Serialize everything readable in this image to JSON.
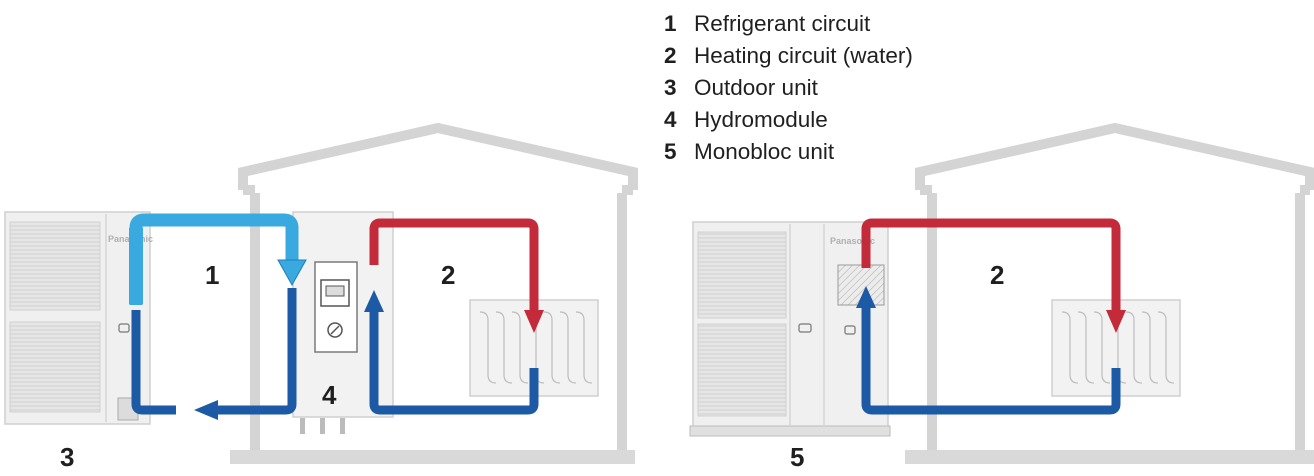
{
  "legend": {
    "items": [
      {
        "number": "1",
        "label": "Refrigerant circuit"
      },
      {
        "number": "2",
        "label": "Heating circuit (water)"
      },
      {
        "number": "3",
        "label": "Outdoor unit"
      },
      {
        "number": "4",
        "label": "Hydromodule"
      },
      {
        "number": "5",
        "label": "Monobloc unit"
      }
    ]
  },
  "callouts": {
    "refrigerant_left": "1",
    "heating_left": "2",
    "heating_right": "2",
    "outdoor_unit": "3",
    "hydromodule": "4",
    "monobloc_unit": "5"
  },
  "brand_text": "Panasonic",
  "colors": {
    "refrigerant": "#3aa9df",
    "supply_hot": "#c42b3a",
    "return_cold": "#1d5aa6",
    "house_outline": "#d4d4d4",
    "unit_body": "#f2f2f2"
  },
  "icons": [
    "house-outline",
    "outdoor-unit",
    "hydromodule",
    "monobloc-unit",
    "radiator",
    "flow-arrow"
  ]
}
